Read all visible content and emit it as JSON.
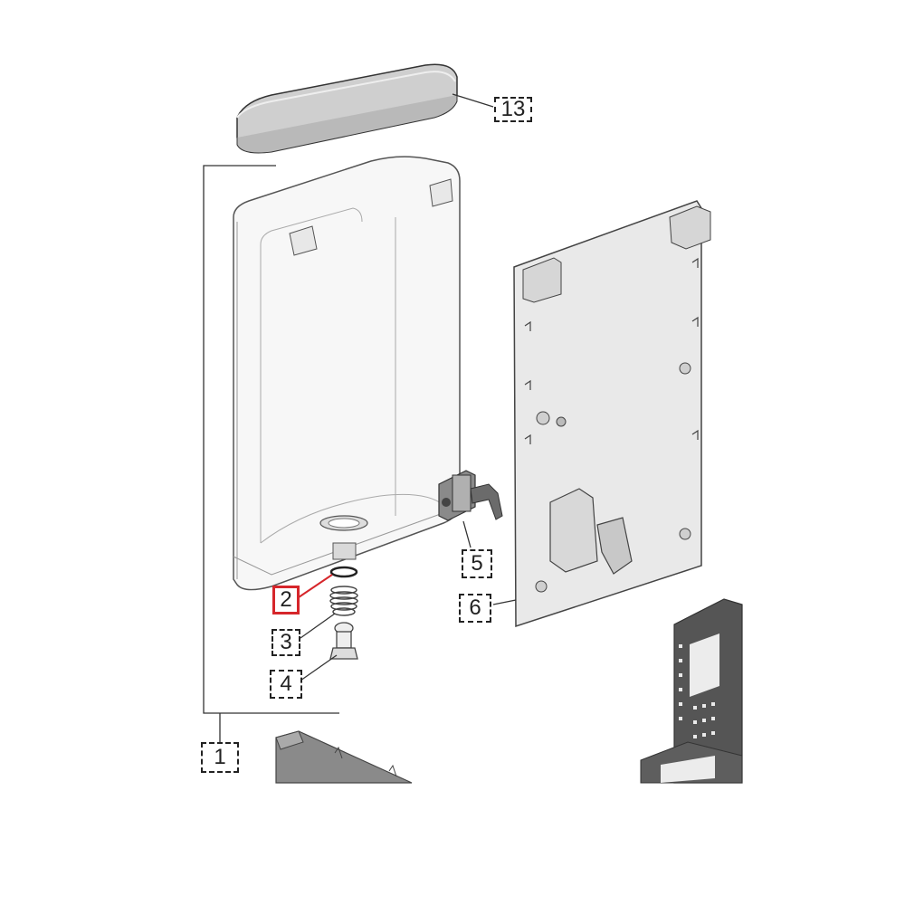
{
  "callouts": {
    "c13": "13",
    "c1": "1",
    "c2": "2",
    "c3": "3",
    "c4": "4",
    "c5": "5",
    "c6": "6"
  },
  "highlighted_part": "2",
  "colors": {
    "line": "#333333",
    "tank_fill": "#f7f7f7",
    "panel_fill": "#e9e9e9",
    "lid_fill": "#cfcfcf",
    "dark_part": "#555555",
    "highlight": "#d6262b"
  }
}
